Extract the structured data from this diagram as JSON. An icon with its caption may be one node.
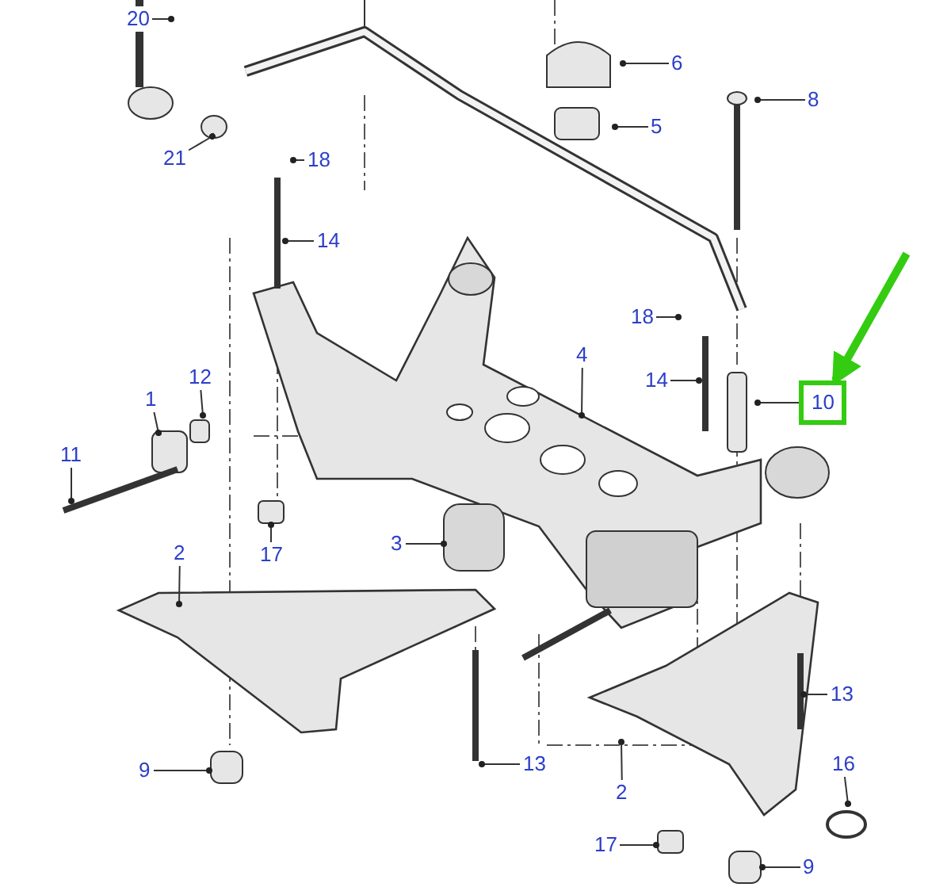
{
  "diagram": {
    "nodes": [
      {
        "text": [
          "20"
        ]
      },
      {
        "text": [
          "6"
        ]
      },
      {
        "text": [
          "8"
        ]
      },
      {
        "text": [
          "5"
        ]
      },
      {
        "text": [
          "21"
        ]
      },
      {
        "text": [
          "18"
        ]
      },
      {
        "text": [
          "14"
        ]
      },
      {
        "text": [
          "18"
        ]
      },
      {
        "text": [
          "4"
        ]
      },
      {
        "text": [
          "14"
        ]
      },
      {
        "text": [
          "10"
        ]
      },
      {
        "text": [
          "12"
        ]
      },
      {
        "text": [
          "1"
        ]
      },
      {
        "text": [
          "11"
        ]
      },
      {
        "text": [
          "17"
        ]
      },
      {
        "text": [
          "3"
        ]
      },
      {
        "text": [
          "2"
        ]
      },
      {
        "text": [
          "13"
        ]
      },
      {
        "text": [
          "9"
        ]
      },
      {
        "text": [
          "13"
        ]
      },
      {
        "text": [
          "16"
        ]
      },
      {
        "text": [
          "2"
        ]
      },
      {
        "text": [
          "17"
        ]
      },
      {
        "text": [
          "9"
        ]
      }
    ],
    "edges": [
      {
        "from": 0,
        "to": null,
        "arrow": "other"
      },
      {
        "from": 1,
        "to": null,
        "arrow": "other"
      },
      {
        "from": 2,
        "to": null,
        "arrow": "other"
      },
      {
        "from": 3,
        "to": null,
        "arrow": "other"
      },
      {
        "from": 4,
        "to": null,
        "arrow": "other"
      },
      {
        "from": 5,
        "to": null,
        "arrow": "other"
      },
      {
        "from": 6,
        "to": null,
        "arrow": "other"
      },
      {
        "from": 7,
        "to": null,
        "arrow": "other"
      },
      {
        "from": 8,
        "to": null,
        "arrow": "other"
      },
      {
        "from": 9,
        "to": null,
        "arrow": "other"
      },
      {
        "from": 10,
        "to": null,
        "arrow": "other"
      },
      {
        "from": 11,
        "to": null,
        "arrow": "other"
      },
      {
        "from": 12,
        "to": null,
        "arrow": "other"
      },
      {
        "from": 13,
        "to": null,
        "arrow": "other"
      },
      {
        "from": 14,
        "to": null,
        "arrow": "other"
      },
      {
        "from": 15,
        "to": null,
        "arrow": "other"
      },
      {
        "from": 16,
        "to": null,
        "arrow": "other"
      },
      {
        "from": 17,
        "to": null,
        "arrow": "other"
      },
      {
        "from": 18,
        "to": null,
        "arrow": "other"
      },
      {
        "from": 19,
        "to": null,
        "arrow": "other"
      },
      {
        "from": 20,
        "to": null,
        "arrow": "other"
      },
      {
        "from": 21,
        "to": null,
        "arrow": "other"
      },
      {
        "from": 22,
        "to": null,
        "arrow": "other"
      },
      {
        "from": 23,
        "to": null,
        "arrow": "other"
      },
      {
        "from": null,
        "to": 10,
        "arrow": "to",
        "style": "thick",
        "color": "#33cc11"
      }
    ]
  }
}
